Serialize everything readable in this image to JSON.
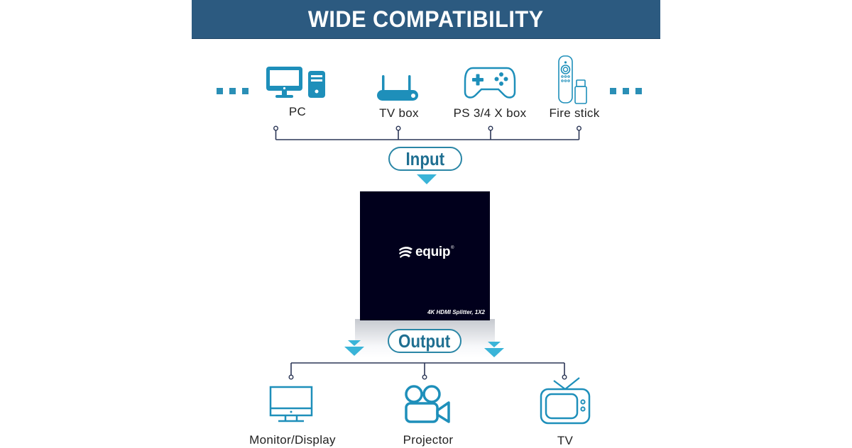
{
  "banner": {
    "title": "WIDE COMPATIBILITY"
  },
  "colors": {
    "banner_bg": "#2c5a80",
    "icon_blue": "#1e8fba",
    "arrow_cyan": "#3ab4d8",
    "line_navy": "#2b3656",
    "device_bg": "#01001c"
  },
  "inputs": {
    "more_indicator_left": "...",
    "more_indicator_right": "...",
    "devices": [
      {
        "label": "PC",
        "icon": "desktop-pc-icon"
      },
      {
        "label": "TV box",
        "icon": "router-tv-box-icon"
      },
      {
        "label": "PS 3/4 X box",
        "icon": "gamepad-icon"
      },
      {
        "label": "Fire stick",
        "icon": "remote-stick-icon"
      }
    ],
    "badge": "Input"
  },
  "splitter": {
    "brand": "equip",
    "brand_mark": "®",
    "model": "4K HDMI Splitter, 1X2"
  },
  "outputs": {
    "badge": "Output",
    "devices": [
      {
        "label": "Monitor/Display",
        "icon": "monitor-icon"
      },
      {
        "label": "Projector",
        "icon": "video-camera-icon"
      },
      {
        "label": "TV",
        "icon": "retro-tv-icon"
      }
    ]
  }
}
